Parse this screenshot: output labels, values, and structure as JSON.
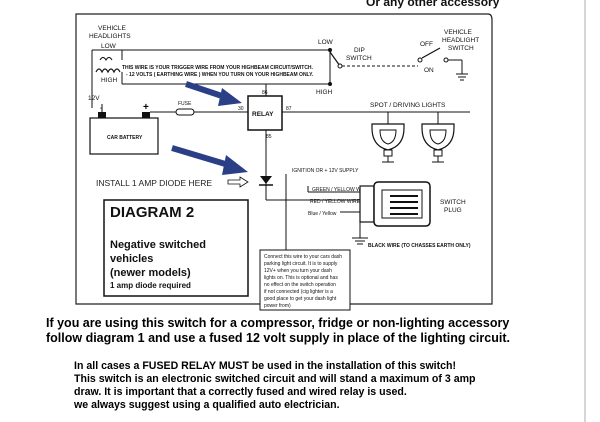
{
  "header": {
    "partial_text": "Or any other accessory"
  },
  "diagram": {
    "vehicle_headlights": [
      "VEHICLE",
      "HEADLIGHTS"
    ],
    "low": "LOW",
    "high": "HIGH",
    "volts_12": "12V",
    "trigger_note": [
      "THIS WIRE IS YOUR TRIGGER WIRE FROM YOUR HIGHBEAM CIRCUIT/SWITCH.",
      "- 12 VOLTS ( EARTHING WIRE ) WHEN YOU TURN ON YOUR HIGHBEAM ONLY."
    ],
    "low_right": "LOW",
    "high_right": "HIGH",
    "dip_switch": [
      "DIP",
      "SWITCH"
    ],
    "off": "OFF",
    "on": "ON",
    "headlight_switch": [
      "VEHICLE",
      "HEADLIGHT",
      "SWITCH"
    ],
    "fuse": "FUSE",
    "relay": "RELAY",
    "pin_86": "86",
    "pin_30": "30",
    "pin_87": "87",
    "pin_85": "85",
    "car_battery": "CAR BATTERY",
    "plus": "+",
    "minus": "-",
    "spot_lights": "SPOT / DRIVING LIGHTS",
    "ignition": "IGNITION OR + 12V SUPPLY",
    "install_diode": "INSTALL 1 AMP DIODE HERE",
    "green_yellow": "GREEN / YELLOW WIRE",
    "red_yellow": "RED / YELLOW WIRE",
    "blue_yellow": "Blue / Yellow",
    "switch_plug": [
      "SWITCH",
      "PLUG"
    ],
    "black_wire": "BLACK WIRE  (TO CHASSES EARTH ONLY)",
    "dash_note": [
      "Connect this wire to your cars dash",
      "parking light circuit. It is to supply",
      "12V+ when you turn your dash",
      "lights on. This is optional and has",
      "no effect on the switch operation",
      "if not connected (cig lighter is a",
      "good place to get your dash light",
      "power from)"
    ]
  },
  "legend_box": {
    "title": "DIAGRAM 2",
    "lines": [
      "Negative switched",
      "vehicles",
      "(newer models)"
    ],
    "small": "1 amp diode required"
  },
  "notes": {
    "main": [
      "If you are using this switch for a compressor, fridge or non-lighting accessory",
      "follow diagram 1 and use a fused 12 volt supply in place of the lighting circuit."
    ],
    "rules": [
      "In all cases a FUSED RELAY MUST be used in the installation of this switch!",
      "This switch is an electronic switched circuit and will stand a maximum of 3 amp",
      "draw. It is important that a correctly fused and wired relay is used.",
      " we always suggest using a qualified auto electrician."
    ]
  },
  "colors": {
    "arrow": "#2a3f86",
    "ink": "#111111"
  }
}
